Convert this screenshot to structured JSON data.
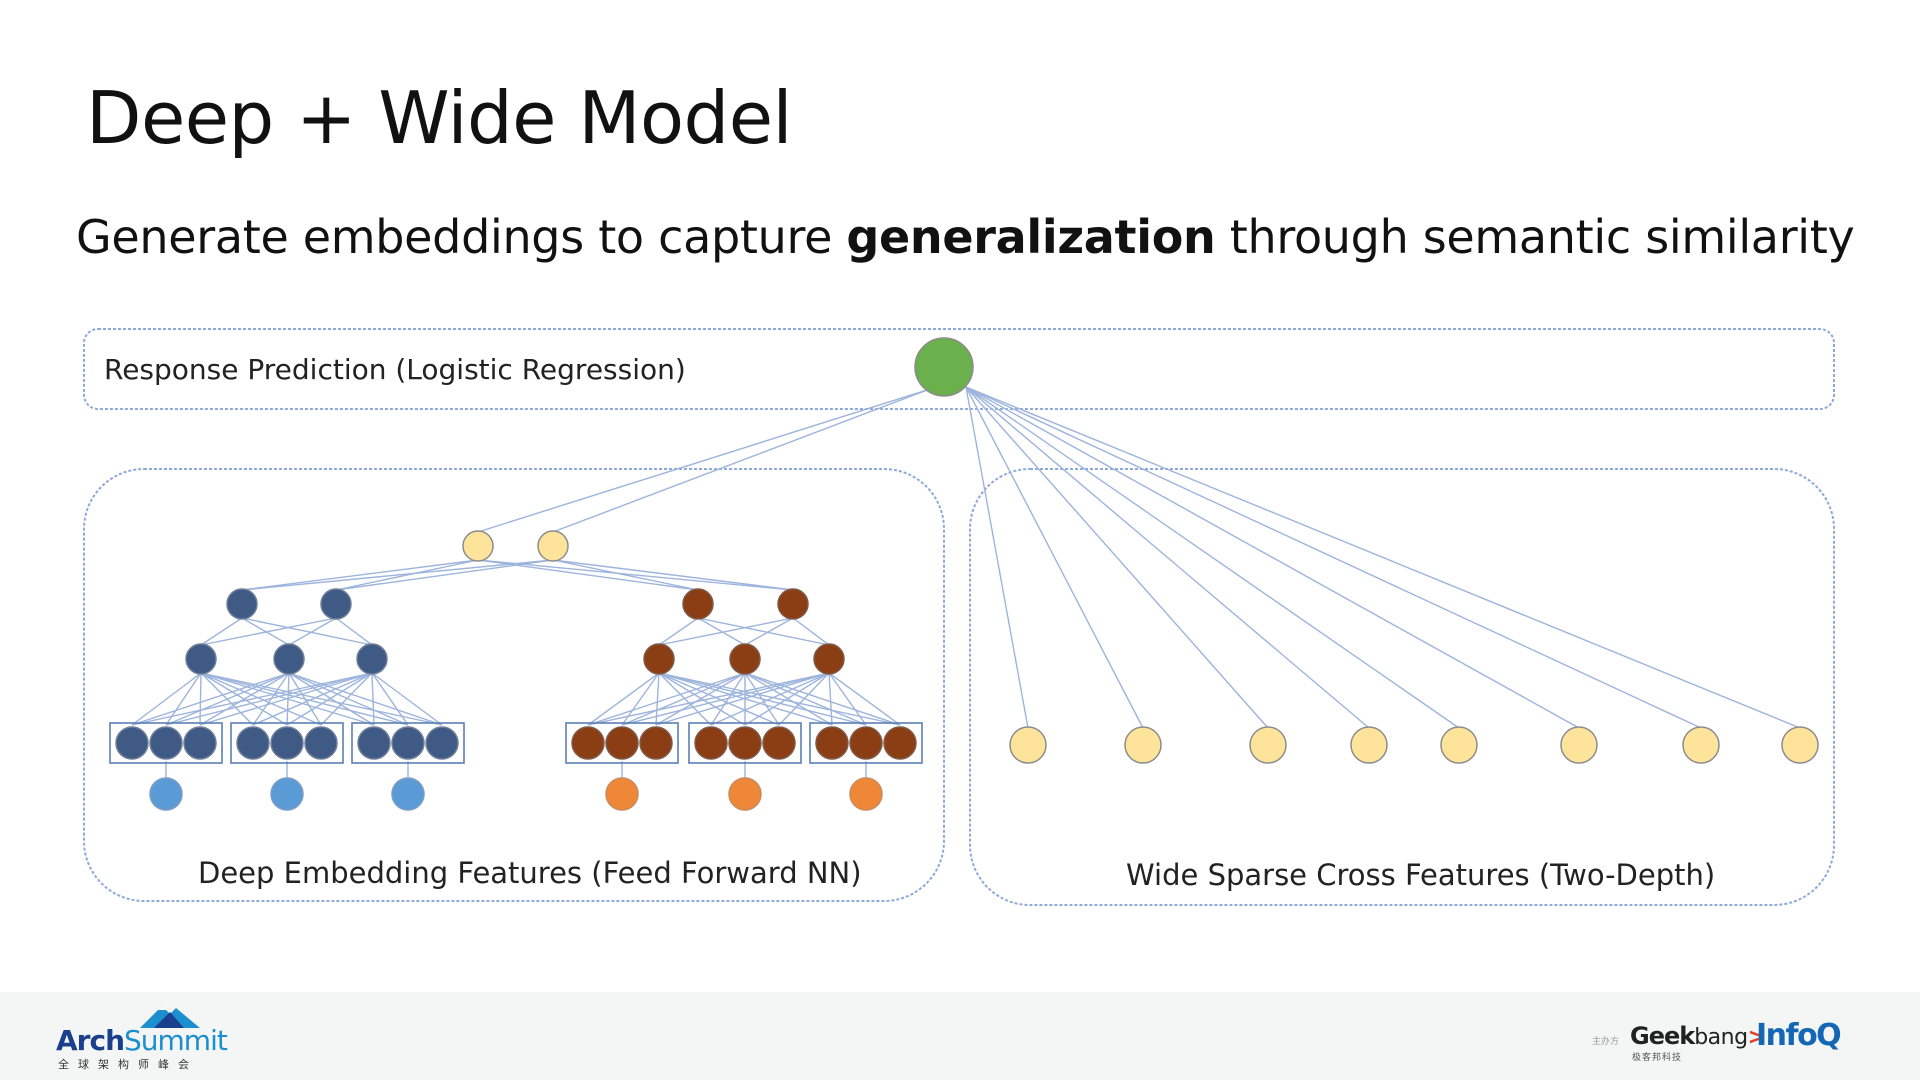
{
  "slide": {
    "title": "Deep + Wide Model",
    "subtitle_before": "Generate embeddings to capture ",
    "subtitle_bold": "generalization",
    "subtitle_after": " through semantic similarity"
  },
  "diagram": {
    "top_box_label": "Response Prediction (Logistic Regression)",
    "deep_box_label": "Deep Embedding Features (Feed Forward NN)",
    "wide_box_label": "Wide Sparse Cross Features (Two-Depth)"
  },
  "colors": {
    "output_node": "#6ab04c",
    "yellow_node": "#fde49a",
    "blue_dark": "#3f5a85",
    "blue_light": "#5b9bd5",
    "brown": "#8b3d14",
    "orange": "#ee8838",
    "edge": "#9db4dc",
    "box_border": "#8ea9db"
  },
  "footer": {
    "arch_part1": "Arch",
    "arch_part2": "Summit",
    "arch_cn": "全球架构师峰会",
    "host_label": "主办方",
    "geek_part1": "Geek",
    "geek_part2": "bang",
    "geek_part3": ">.",
    "geek_cn": "极客邦科技",
    "infoq": "InfoQ"
  }
}
